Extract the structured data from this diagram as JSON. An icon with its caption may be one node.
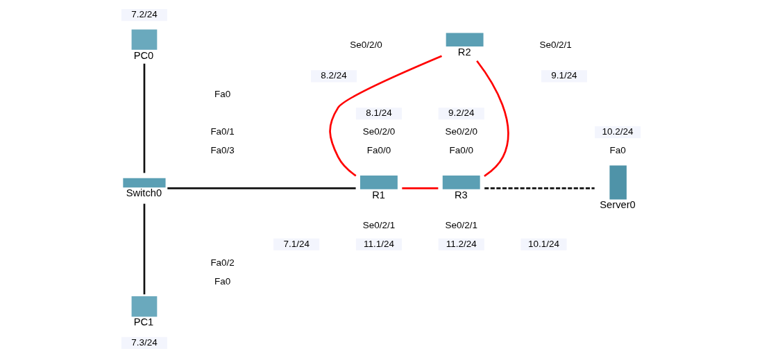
{
  "diagram": {
    "nodes": [
      {
        "text": [
          "R2"
        ]
      },
      {
        "text": [
          "PC0"
        ]
      },
      {
        "text": [
          "Switch0"
        ]
      },
      {
        "text": [
          "R1"
        ]
      },
      {
        "text": [
          "R3"
        ]
      },
      {
        "text": [
          "Server0"
        ]
      },
      {
        "text": [
          "PC1"
        ]
      }
    ],
    "edges": [
      {
        "from": 1,
        "to": 2,
        "arrow": "none"
      },
      {
        "from": 2,
        "to": 6,
        "arrow": "none"
      },
      {
        "from": 2,
        "to": 3,
        "arrow": "none"
      },
      {
        "from": 0,
        "to": 3,
        "arrow": "none",
        "color": "#ff0000"
      },
      {
        "from": 0,
        "to": 4,
        "arrow": "none",
        "color": "#ff0000"
      },
      {
        "from": 3,
        "to": 4,
        "arrow": "none",
        "color": "#ff0000"
      },
      {
        "from": 4,
        "to": 5,
        "arrow": "none",
        "style": "dashed"
      }
    ],
    "labels": [
      "7.2/24",
      "Se0/2/0",
      "Se0/2/1",
      "8.2/24",
      "9.1/24",
      "Fa0",
      "8.1/24",
      "9.2/24",
      "Fa0/1",
      "Se0/2/0",
      "Se0/2/0",
      "10.2/24",
      "Fa0/3",
      "Fa0/0",
      "Fa0/0",
      "Fa0",
      "Se0/2/1",
      "Se0/2/1",
      "7.1/24",
      "11.1/24",
      "11.2/24",
      "10.1/24",
      "Fa0/2",
      "Fa0",
      "7.3/24"
    ]
  }
}
